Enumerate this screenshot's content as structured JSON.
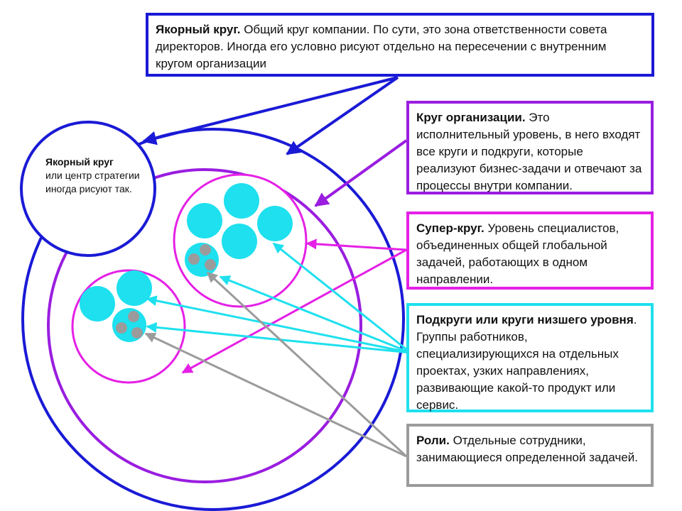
{
  "colors": {
    "anchor": "#1a1ad6",
    "organization": "#9a1de0",
    "super": "#e520e6",
    "sub": "#1ee0ee",
    "roles": "#9b9b9b"
  },
  "anchor_small_circle": {
    "title": "Якорный круг",
    "text": "или центр стратегии иногда рисуют так."
  },
  "boxes": {
    "anchor": {
      "title": "Якорный круг.",
      "text": " Общий круг компании. По сути, это зона ответственности совета директоров. Иногда его условно рисуют отдельно на пересечении с внутренним кругом организации"
    },
    "organization": {
      "title": "Круг организации.",
      "text": " Это исполнительный уровень, в него входят все круги и подкруги, которые реализуют бизнес-задачи и отвечают за процессы внутри компании."
    },
    "super": {
      "title": "Супер-круг.",
      "text": " Уровень специалистов, объединенных общей глобальной задачей, работающих в одном направлении."
    },
    "sub": {
      "title": "Подкруги или круги низшего уровня",
      "text": ". Группы работников, специализирующихся на отдельных проектах, узких направлениях, развивающие какой-то продукт или сервис."
    },
    "roles": {
      "title": "Роли.",
      "text": " Отдельные сотрудники, занимающиеся определенной задачей."
    }
  }
}
